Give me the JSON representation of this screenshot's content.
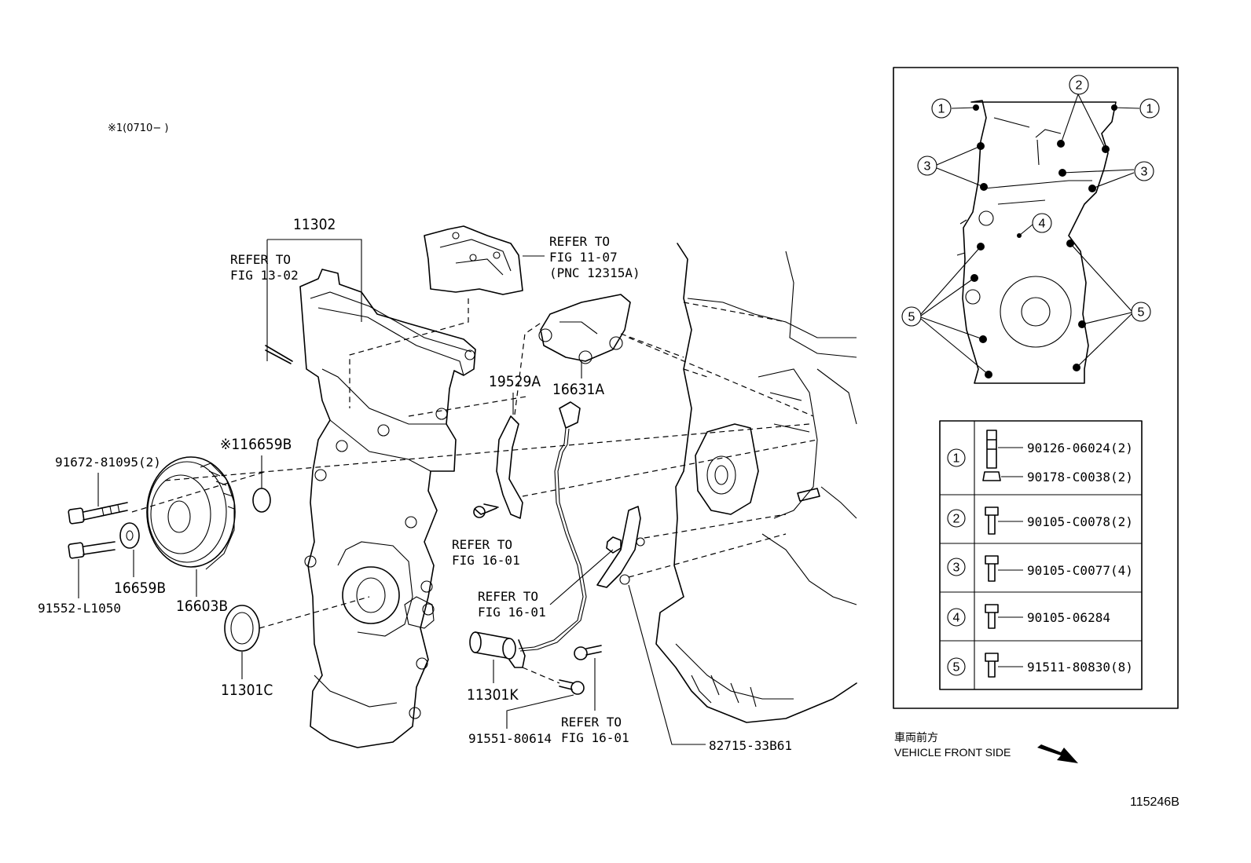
{
  "note_prefix": "※1(0710−    )",
  "labels": {
    "p11302": "11302",
    "refer_13_02_a": "REFER TO",
    "refer_13_02_b": "FIG 13-02",
    "refer_11_07_a": "REFER TO",
    "refer_11_07_b": "FIG 11-07",
    "refer_11_07_c": "(PNC 12315A)",
    "p19529A": "19529A",
    "p16631A": "16631A",
    "p16659B_star": "※116659B",
    "p91672": "91672-81095(2)",
    "p16659B": "16659B",
    "p91552": "91552-L1050",
    "p16603B": "16603B",
    "p11301C": "11301C",
    "refer_16_01_a1": "REFER TO",
    "refer_16_01_a2": "FIG 16-01",
    "refer_16_01_b1": "REFER TO",
    "refer_16_01_b2": "FIG 16-01",
    "p11301K": "11301K",
    "p91551": "91551-80614",
    "refer_16_01_c1": "REFER TO",
    "refer_16_01_c2": "FIG 16-01",
    "p82715": "82715-33B61",
    "front_jp": "車両前方",
    "front_en": "VEHICLE FRONT SIDE",
    "fig_no": "115246B"
  },
  "inset": {
    "callouts": [
      "1",
      "2",
      "1",
      "3",
      "3",
      "4",
      "5",
      "5"
    ]
  },
  "bolt_table": [
    {
      "key": "1",
      "parts": [
        "90126-06024(2)",
        "90178-C0038(2)"
      ]
    },
    {
      "key": "2",
      "parts": [
        "90105-C0078(2)"
      ]
    },
    {
      "key": "3",
      "parts": [
        "90105-C0077(4)"
      ]
    },
    {
      "key": "4",
      "parts": [
        "90105-06284"
      ]
    },
    {
      "key": "5",
      "parts": [
        "91511-80830(8)"
      ]
    }
  ]
}
